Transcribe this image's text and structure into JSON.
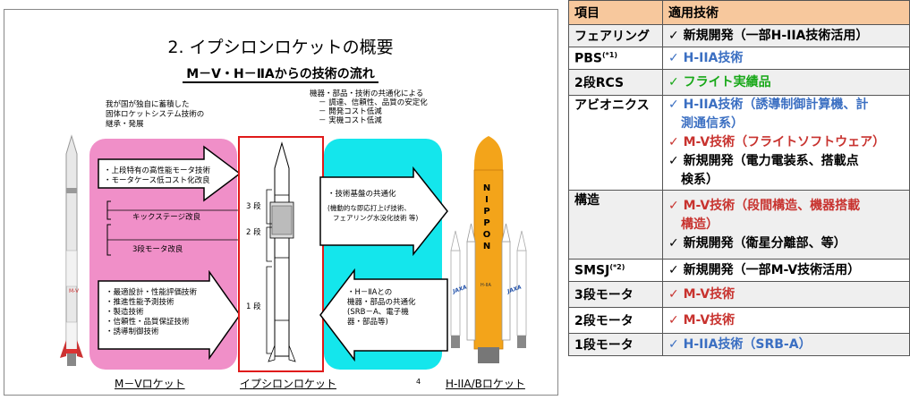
{
  "slide": {
    "title": "2. イプシロンロケットの概要",
    "subtitle": "M－V・H－ⅡAからの技術の流れ",
    "left_note": [
      "我が国が独自に蓄積した",
      "固体ロケットシステム技術の",
      "継承・発展"
    ],
    "right_note": [
      "機器・部品・技術の共通化による",
      "－ 調達、信頼性、品質の安定化",
      "－ 開発コスト低減",
      "－ 実機コスト低減"
    ],
    "arrow_top": [
      "・上段特有の高性能モータ技術",
      "・モータケース低コスト化改良"
    ],
    "kick_stage": "キックステージ改良",
    "stage3_motor": "3段モータ改良",
    "arrow_bottom": [
      "・最適設計・性能評価技術",
      "・推進性能予測技術",
      "・製造技術",
      "・信頼性・品質保証技術",
      "・誘導制御技術"
    ],
    "stage_labels": [
      "3 段",
      "2 段",
      "1 段"
    ],
    "cyan_top": [
      "・技術基盤の共通化",
      "(機動的な即応打上げ技術、",
      "フェアリング水没化技術 等)"
    ],
    "cyan_bottom": [
      "・H－ⅡAとの",
      "機器・部品の共通化",
      "(SRB－A、電子機",
      "器・部品等)"
    ],
    "caption_mv": "M－Vロケット",
    "caption_epsilon": "イプシロンロケット",
    "caption_h2a": "H-IIA/Bロケット",
    "page_number": "4",
    "nippon_letters": [
      "N",
      "I",
      "P",
      "P",
      "O",
      "N"
    ],
    "jaxa_logo": "JAXA",
    "mv_mark": "M-V",
    "h2a_mark": "H-IIA"
  },
  "table": {
    "header": [
      "項目",
      "適用技術"
    ],
    "rows": [
      {
        "item": "フェアリング",
        "item_sup": "",
        "lines": [
          {
            "text": "✓ 新規開発（一部H-IIA技術活用）",
            "color": "black",
            "indent": false
          }
        ]
      },
      {
        "item": "PBS",
        "item_sup": "(*1)",
        "lines": [
          {
            "text": "✓ H-IIA技術",
            "color": "blue",
            "indent": false
          }
        ]
      },
      {
        "item": "2段RCS",
        "item_sup": "",
        "lines": [
          {
            "text": "✓ フライト実績品",
            "color": "green",
            "indent": false
          }
        ]
      },
      {
        "item": "アビオニクス",
        "item_sup": "",
        "lines": [
          {
            "text": "✓ H-IIA技術（誘導制御計算機、計",
            "color": "blue",
            "indent": false
          },
          {
            "text": "測通信系）",
            "color": "blue",
            "indent": true
          },
          {
            "text": "✓ M-V技術（フライトソフトウェア）",
            "color": "red",
            "indent": false
          },
          {
            "text": "✓ 新規開発（電力電装系、搭載点",
            "color": "black",
            "indent": false
          },
          {
            "text": "検系）",
            "color": "black",
            "indent": true
          }
        ]
      },
      {
        "item": "構造",
        "item_sup": "",
        "lines": [
          {
            "text": "✓ M-V技術（段間構造、機器搭載",
            "color": "red",
            "indent": false
          },
          {
            "text": "構造）",
            "color": "red",
            "indent": true
          },
          {
            "text": "✓ 新規開発（衛星分離部、等）",
            "color": "black",
            "indent": false
          }
        ]
      },
      {
        "item": "SMSJ",
        "item_sup": "(*2)",
        "lines": [
          {
            "text": "✓ 新規開発（一部M-V技術活用）",
            "color": "black",
            "indent": false
          }
        ]
      },
      {
        "item": "3段モータ",
        "item_sup": "",
        "lines": [
          {
            "text": "✓ M-V技術",
            "color": "red",
            "indent": false
          }
        ]
      },
      {
        "item": "2段モータ",
        "item_sup": "",
        "lines": [
          {
            "text": "✓ M-V技術",
            "color": "red",
            "indent": false
          }
        ]
      },
      {
        "item": "1段モータ",
        "item_sup": "",
        "lines": [
          {
            "text": "✓ H-IIA技術（SRB-A）",
            "color": "blue",
            "indent": false
          }
        ]
      }
    ]
  },
  "colors": {
    "pink": "#f08fc8",
    "cyan": "#14e6ec",
    "red_frame": "#e01a1a",
    "header": "#f7c89d",
    "blue": "#3b6fc2",
    "green": "#18a818",
    "red": "#c8332f"
  }
}
